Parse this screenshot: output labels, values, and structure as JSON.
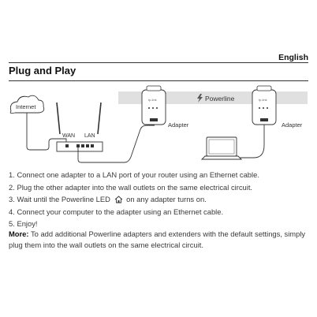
{
  "header": {
    "language": "English",
    "title": "Plug and Play"
  },
  "diagram": {
    "cloud_label": "Internet",
    "router_ports": [
      "WAN",
      "LAN"
    ],
    "band_label": "Powerline",
    "band_icon": "lightning-bolt-icon",
    "adapter_label": "Adapter",
    "adapter_brand": "tp-link",
    "colors": {
      "band": "#e0e0e0",
      "line": "#333333",
      "device": "#ffffff"
    }
  },
  "steps": [
    {
      "num": "1.",
      "text": "Connect one adapter to a LAN port of your router using an Ethernet cable."
    },
    {
      "num": "2.",
      "text": "Plug the other adapter into the wall outlets on the same electrical circuit."
    },
    {
      "num": "3.",
      "text_before": "Wait until the Powerline LED",
      "icon": "house-led-icon",
      "text_after": "on any adapter turns on."
    },
    {
      "num": "4.",
      "text": "Connect your computer to the adapter using an Ethernet cable."
    },
    {
      "num": "5.",
      "text": "Enjoy!"
    }
  ],
  "more": {
    "label": "More:",
    "text": "To add additional Powerline adapters and extenders with the default settings, simply plug them into the wall outlets on the same electrical circuit."
  }
}
